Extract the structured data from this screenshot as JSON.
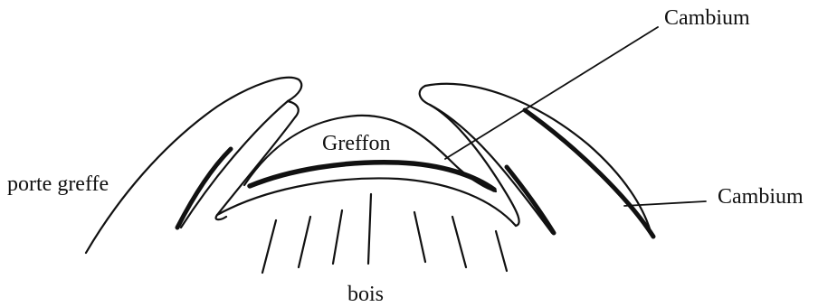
{
  "labels": {
    "cambium_top": "Cambium",
    "cambium_right": "Cambium",
    "greffon": "Greffon",
    "porte_greffe": "porte greffe",
    "bois": "bois"
  }
}
